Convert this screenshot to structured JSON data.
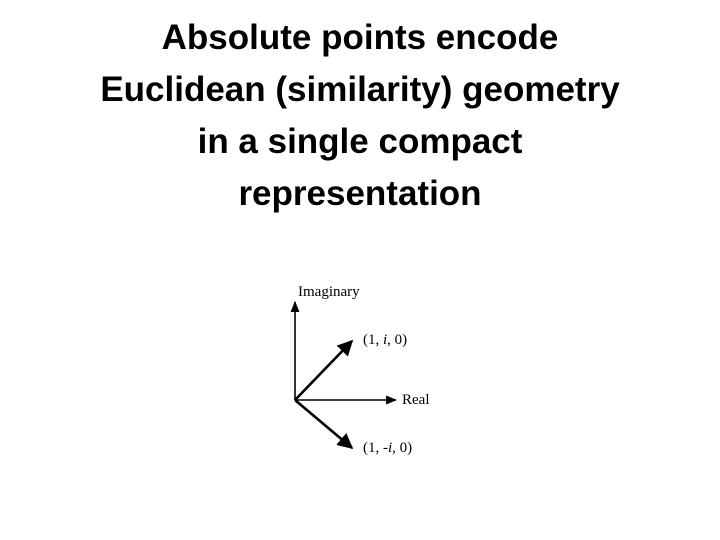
{
  "slide": {
    "title_lines": [
      "Absolute points encode",
      "Euclidean (similarity) geometry",
      "in a single compact",
      "representation"
    ]
  },
  "diagram": {
    "axis_vertical_label": "Imaginary",
    "axis_horizontal_label": "Real",
    "upper_point": {
      "open": "(1, ",
      "imag": "i",
      "close": ", 0)"
    },
    "lower_point": {
      "open": "(1, ",
      "imag": "-i",
      "close": ", 0)"
    }
  }
}
